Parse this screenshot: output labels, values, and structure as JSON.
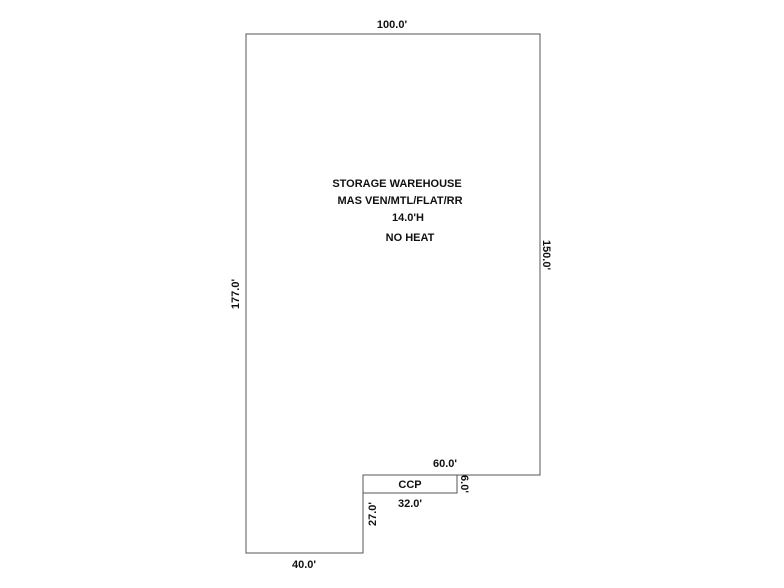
{
  "main_building": {
    "lines": [
      "STORAGE WAREHOUSE",
      "MAS VEN/MTL/FLAT/RR",
      "14.0'H",
      "NO HEAT"
    ]
  },
  "sub_area": {
    "label": "CCP"
  },
  "dimensions": {
    "top": "100.0'",
    "right": "150.0'",
    "left": "177.0'",
    "bottom": "40.0'",
    "notch_top": "60.0'",
    "notch_side": "6.0'",
    "ccp_width": "32.0'",
    "notch_inner": "27.0'"
  }
}
